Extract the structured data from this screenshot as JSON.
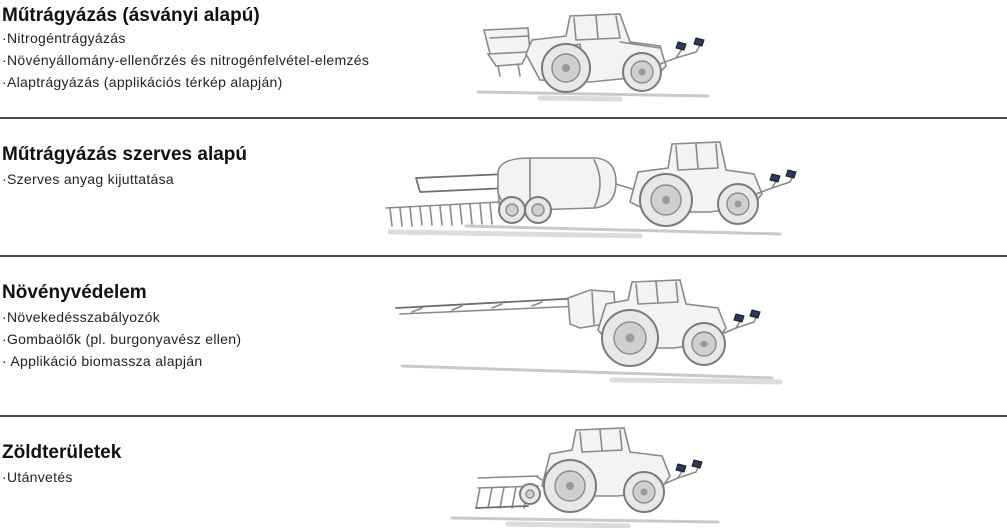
{
  "sections": [
    {
      "title": "Műtrágyázás (ásványi alapú)",
      "items": [
        "Nitrogéntrágyázás",
        "Növényállomány-ellenőrzés és nitrogénfelvétel-elemzés",
        "Alaptrágyázás (applikációs térkép alapján)"
      ]
    },
    {
      "title": "Műtrágyázás szerves alapú",
      "items": [
        "Szerves anyag kijuttatása"
      ]
    },
    {
      "title": "Növényvédelem",
      "items": [
        "Növekedésszabályozók",
        "Gombaölők (pl. burgonyavész ellen)",
        " Applikáció biomassza alapján"
      ]
    },
    {
      "title": "Zöldterületek",
      "items": [
        "Utánvetés"
      ]
    }
  ],
  "colors": {
    "divider": "#4a4a4a",
    "text": "#1a1a1a",
    "sketch": "#8a8a8a",
    "sensor": "#2a3a5a"
  },
  "icons": {
    "section_1": "tractor-with-spreader-icon",
    "section_2": "tractor-with-slurry-tanker-icon",
    "section_3": "tractor-with-field-sprayer-icon",
    "section_4": "tractor-with-seeder-icon"
  }
}
